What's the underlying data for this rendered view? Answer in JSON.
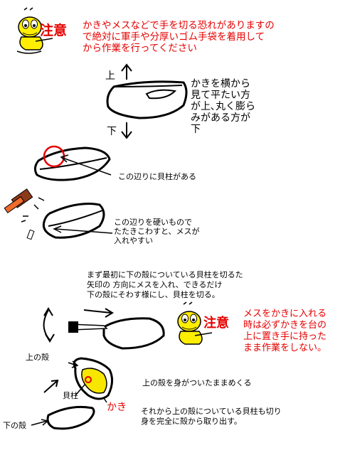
{
  "colors": {
    "warning": "#e60000",
    "text": "#000000",
    "mascot": "#ffee00",
    "meat": "#f7e600",
    "hammer_handle": "#f06a2a",
    "hammer_head": "#8b3a1a"
  },
  "icons": {
    "mascot": "cartoon-mascot-icon",
    "hammer": "hammer-icon",
    "knife": "knife-icon"
  },
  "warning_top": {
    "label": "注意",
    "lines": [
      "かきやメスなどで手を切る恐れがありますの",
      "で絶対に軍手や分厚いゴム手袋を着用して",
      "から作業を行ってください"
    ]
  },
  "orientation": {
    "up": "上",
    "down": "下",
    "lines": [
      "かきを横から",
      "見て平たい方",
      "が上､丸く膨ら",
      "みがある方が",
      "下"
    ]
  },
  "adductor_note": "この辺りに貝柱がある",
  "break_note": {
    "lines": [
      "この辺りを硬いもので",
      "たたきこわすと、メスが",
      "入れやすい"
    ]
  },
  "step_cut": {
    "lines": [
      "まず最初に下の殻についている貝柱を切るた",
      "矢印の 方向にメスを入れ、できるだけ",
      "下の殻にそわす様にし、貝柱を切る。"
    ]
  },
  "warning_knife": {
    "label": "注意",
    "lines": [
      "メスをかきに入れる",
      "時は必ずかきを台の",
      "上に置き手に持った",
      "まま作業をしない。"
    ]
  },
  "labels": {
    "upper_shell": "上の殻",
    "adductor": "貝柱",
    "oyster": "かき",
    "lower_shell": "下の殻"
  },
  "step_flip": "上の殻を身がついたままめくる",
  "step_remove": {
    "lines": [
      "それから上の殻についている貝柱も切り",
      "身を完全に殻から取り出す。"
    ]
  }
}
